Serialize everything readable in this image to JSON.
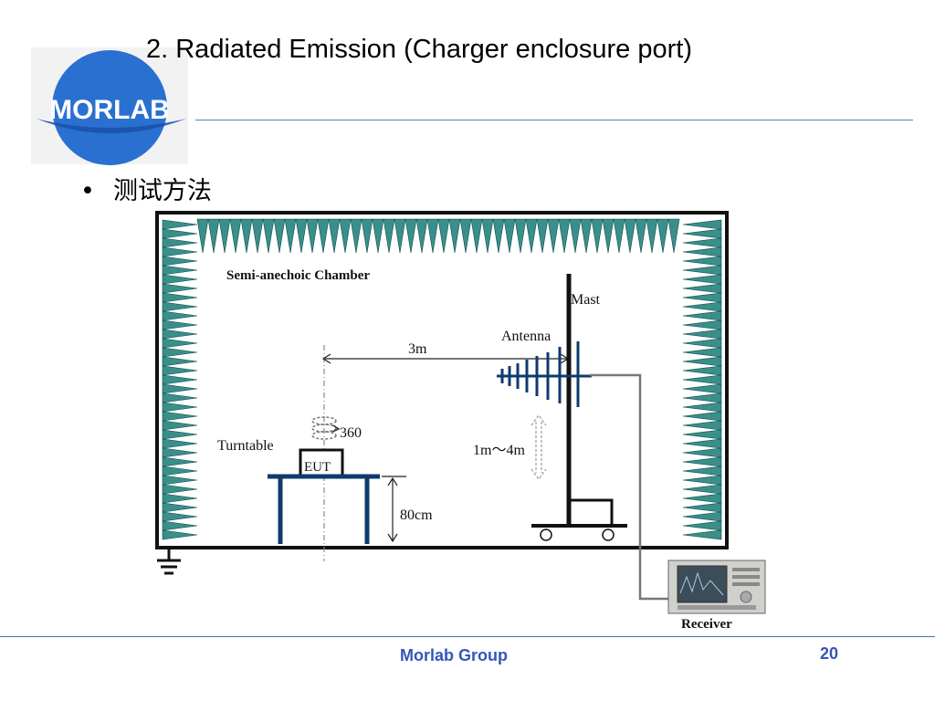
{
  "slide": {
    "title": "2. Radiated Emission (Charger enclosure port)",
    "bullet": "测试方法",
    "logo_text": "MORLAB",
    "footer": "Morlab Group",
    "page_number": "20"
  },
  "diagram": {
    "chamber_label": "Semi-anechoic Chamber",
    "mast_label": "Mast",
    "antenna_label": "Antenna",
    "distance_label": "3m",
    "rotation_label": "360",
    "turntable_label": "Turntable",
    "eut_label": "EUT",
    "height_range_label": "1m～4m",
    "table_height_label": "80cm",
    "receiver_label": "Receiver"
  },
  "colors": {
    "absorber": "#3a8f8a",
    "structure": "#0e3b6e",
    "footer_text": "#3556b8",
    "rule": "#4a8bb0",
    "logo_blue": "#2a70d0"
  }
}
